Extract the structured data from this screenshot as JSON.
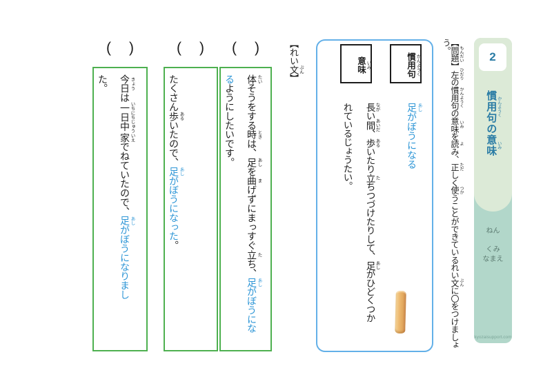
{
  "colors": {
    "accent_blue": "#2e96d6",
    "green_border": "#4db04f",
    "blue_border": "#63b0e8",
    "sidebar_green": "#dcead7",
    "sidebar_teal": "#b2d7ca",
    "title_blue": "#2a7ca5",
    "stick_brown": "#e8b169"
  },
  "sidebar": {
    "number": "2",
    "title_segments": [
      {
        "b": "慣用句",
        "r": "かんようく"
      },
      {
        "b": "の"
      },
      {
        "b": "意味",
        "r": "いみ"
      }
    ],
    "fields": {
      "nen": "ねん",
      "kumi": "くみ",
      "namae": "なまえ"
    },
    "site": "kyozaisupport.com"
  },
  "problem": {
    "segments": [
      {
        "b": "【"
      },
      {
        "b": "問題",
        "r": "もんだい"
      },
      {
        "b": "】"
      },
      {
        "b": "左",
        "r": "ひだり"
      },
      {
        "b": "の"
      },
      {
        "b": "慣用句",
        "r": "かんようく"
      },
      {
        "b": "の"
      },
      {
        "b": "意味",
        "r": "いみ"
      },
      {
        "b": "を"
      },
      {
        "b": "読",
        "r": "よ"
      },
      {
        "b": "み、"
      },
      {
        "b": "正",
        "r": "ただ"
      },
      {
        "b": "しく"
      },
      {
        "b": "使",
        "r": "つか"
      },
      {
        "b": "うことができているれい"
      },
      {
        "b": "文",
        "r": "ぶん"
      },
      {
        "b": "に〇をつけましょう。"
      }
    ]
  },
  "reference": {
    "idiom_label_segments": [
      {
        "b": "慣用句",
        "r": "かんようく"
      }
    ],
    "meaning_label_segments": [
      {
        "b": "意味",
        "r": "いみ"
      }
    ],
    "idiom_segments": [
      {
        "b": "足",
        "r": "あし",
        "c": 1
      },
      {
        "b": "がぼうになる",
        "c": 1
      }
    ],
    "meaning_col1_segments": [
      {
        "b": "長",
        "r": "なが"
      },
      {
        "b": "い"
      },
      {
        "b": "間",
        "r": "あいだ"
      },
      {
        "b": "、"
      },
      {
        "b": "歩",
        "r": "ある"
      },
      {
        "b": "いたり"
      },
      {
        "b": "立",
        "r": "た"
      },
      {
        "b": "ちつづけたりして、"
      },
      {
        "b": "足",
        "r": "あし"
      },
      {
        "b": "がひどくつか"
      }
    ],
    "meaning_col2_segments": [
      {
        "b": "れているじょうたい。"
      }
    ]
  },
  "example_label_segments": [
    {
      "b": "【れい"
    },
    {
      "b": "文",
      "r": "ぶん"
    },
    {
      "b": "】"
    }
  ],
  "answer_slot": {
    "open": "(",
    "close": ")"
  },
  "examples": [
    {
      "cols": [
        [
          {
            "b": "体",
            "r": "たい"
          },
          {
            "b": "そうをする"
          },
          {
            "b": "時",
            "r": "とき"
          },
          {
            "b": "は、"
          },
          {
            "b": "足",
            "r": "あし"
          },
          {
            "b": "を"
          },
          {
            "b": "曲",
            "r": "ま"
          },
          {
            "b": "げずにまっすぐ"
          },
          {
            "b": "立",
            "r": "た"
          },
          {
            "b": "ち、"
          },
          {
            "b": "足",
            "r": "あし",
            "c": 1
          },
          {
            "b": "がぼうにな",
            "c": 1
          }
        ],
        [
          {
            "b": "る",
            "c": 1
          },
          {
            "b": "ようにしたいです。"
          }
        ]
      ]
    },
    {
      "cols": [
        [
          {
            "b": "たくさん"
          },
          {
            "b": "歩",
            "r": "ある"
          },
          {
            "b": "いたので、"
          },
          {
            "b": "足",
            "r": "あし",
            "c": 1
          },
          {
            "b": "がぼうになった",
            "c": 1
          },
          {
            "b": "。"
          }
        ]
      ]
    },
    {
      "cols": [
        [
          {
            "b": "今日",
            "r": "きょう"
          },
          {
            "b": "は"
          },
          {
            "b": "一日中",
            "r": "いちにちじゅう"
          },
          {
            "b": "家",
            "r": "いえ"
          },
          {
            "b": "でねていたので、"
          },
          {
            "b": "足",
            "r": "あし",
            "c": 1
          },
          {
            "b": "がぼうになりまし",
            "c": 1
          }
        ],
        [
          {
            "b": "た。"
          }
        ]
      ]
    }
  ]
}
